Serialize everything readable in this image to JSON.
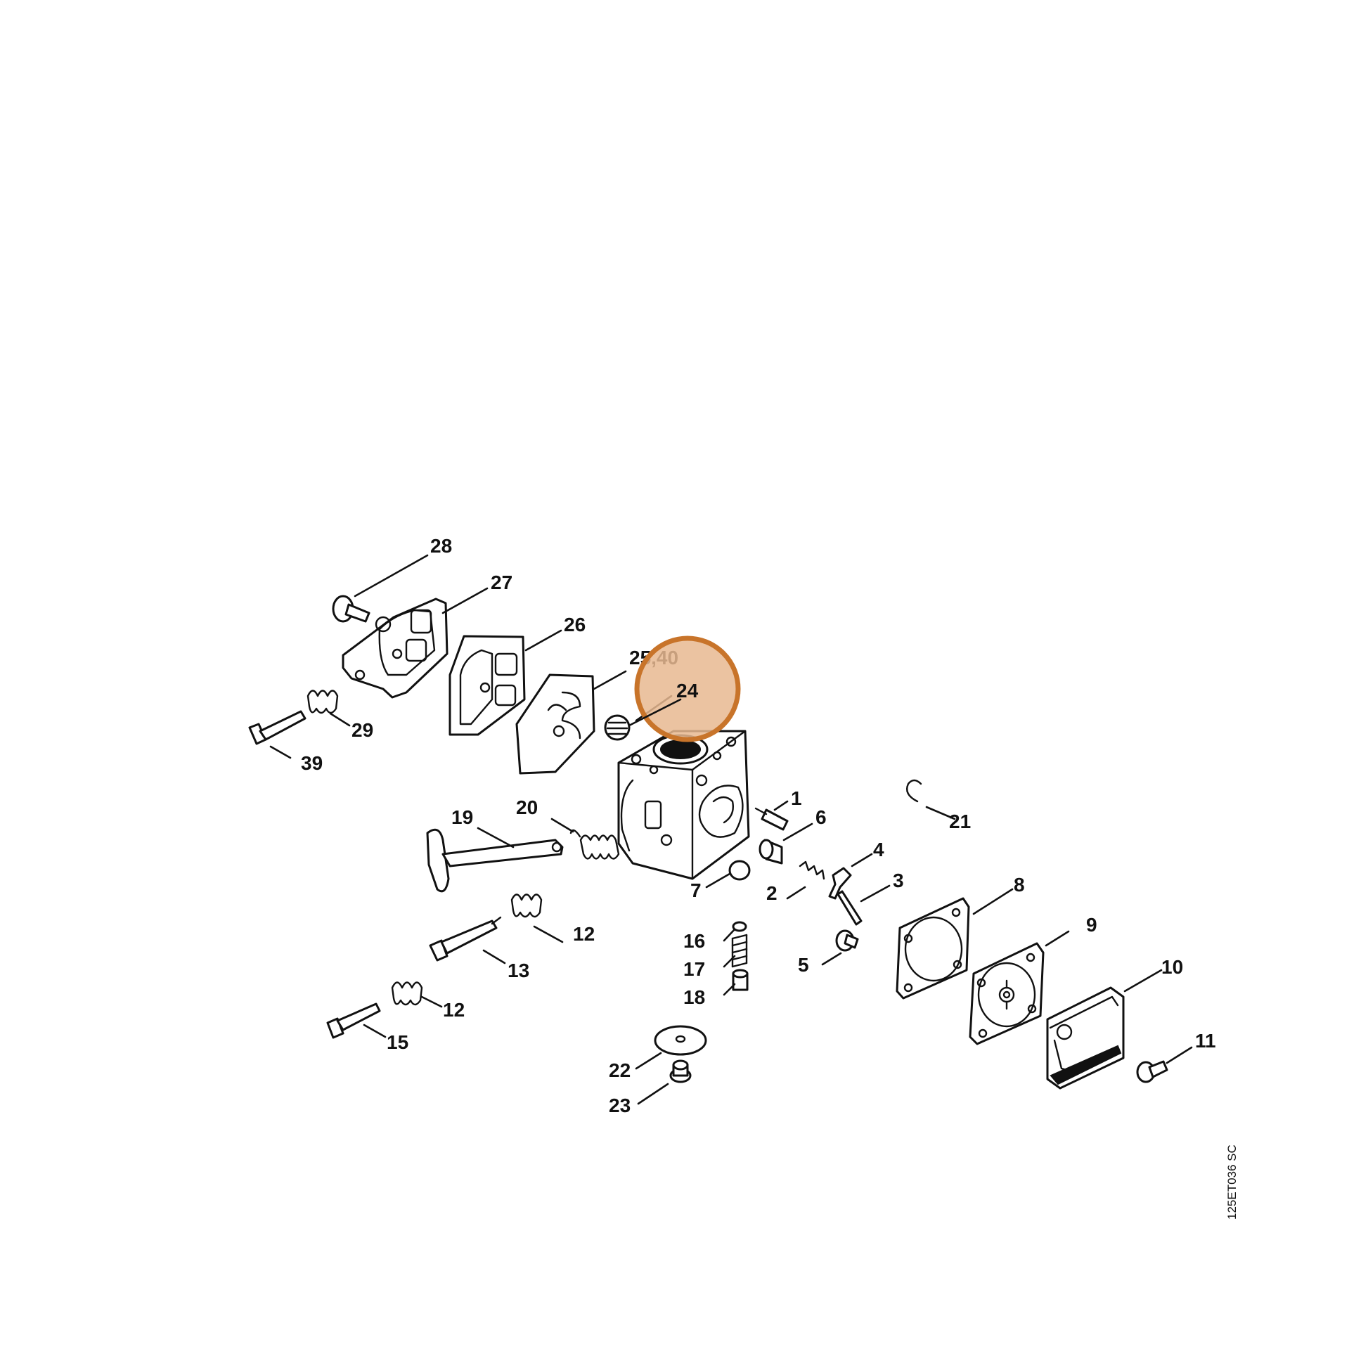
{
  "diagram": {
    "drawing_code": "125ET036 SC",
    "highlight_color": "#c8742a",
    "highlight_fill": "#e8b890",
    "callouts": {
      "c1": "1",
      "c2": "2",
      "c3": "3",
      "c4": "4",
      "c5": "5",
      "c6": "6",
      "c7": "7",
      "c8": "8",
      "c9": "9",
      "c10": "10",
      "c11": "11",
      "c12a": "12",
      "c12b": "12",
      "c13": "13",
      "c15": "15",
      "c16": "16",
      "c17": "17",
      "c18": "18",
      "c19": "19",
      "c20": "20",
      "c21": "21",
      "c22": "22",
      "c23": "23",
      "c24": "24",
      "c25": "25,40",
      "c26": "26",
      "c27": "27",
      "c28": "28",
      "c29": "29",
      "c39": "39"
    }
  }
}
